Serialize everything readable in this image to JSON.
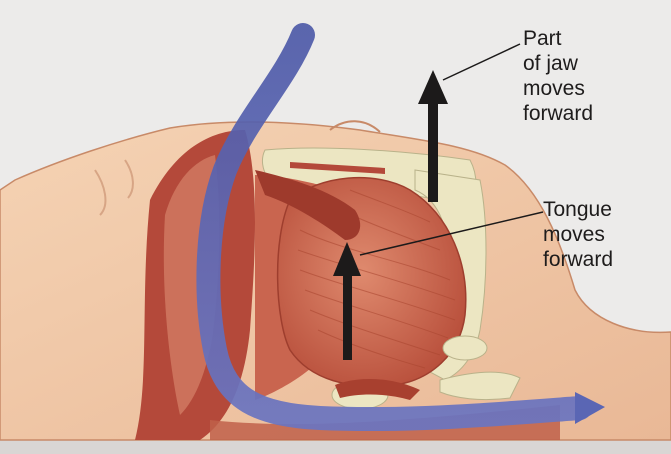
{
  "annotations": {
    "jaw": {
      "lines": [
        "Part",
        "of jaw",
        "moves",
        "forward"
      ]
    },
    "tongue": {
      "lines": [
        "Tongue",
        "moves",
        "forward"
      ]
    }
  },
  "colors": {
    "background": "#ecebea",
    "skin": "#f1c9a8",
    "skin_shadow": "#d99a78",
    "tissue_red": "#b94a3a",
    "tongue_muscle": "#cf6a55",
    "bone": "#ece6c2",
    "airway_blue": "#5a66b4",
    "arrow": "#1c1a1a"
  },
  "icons": {
    "jaw_arrow": "arrow-up-icon",
    "tongue_arrow": "arrow-up-icon",
    "airflow": "airflow-arrow-icon"
  }
}
